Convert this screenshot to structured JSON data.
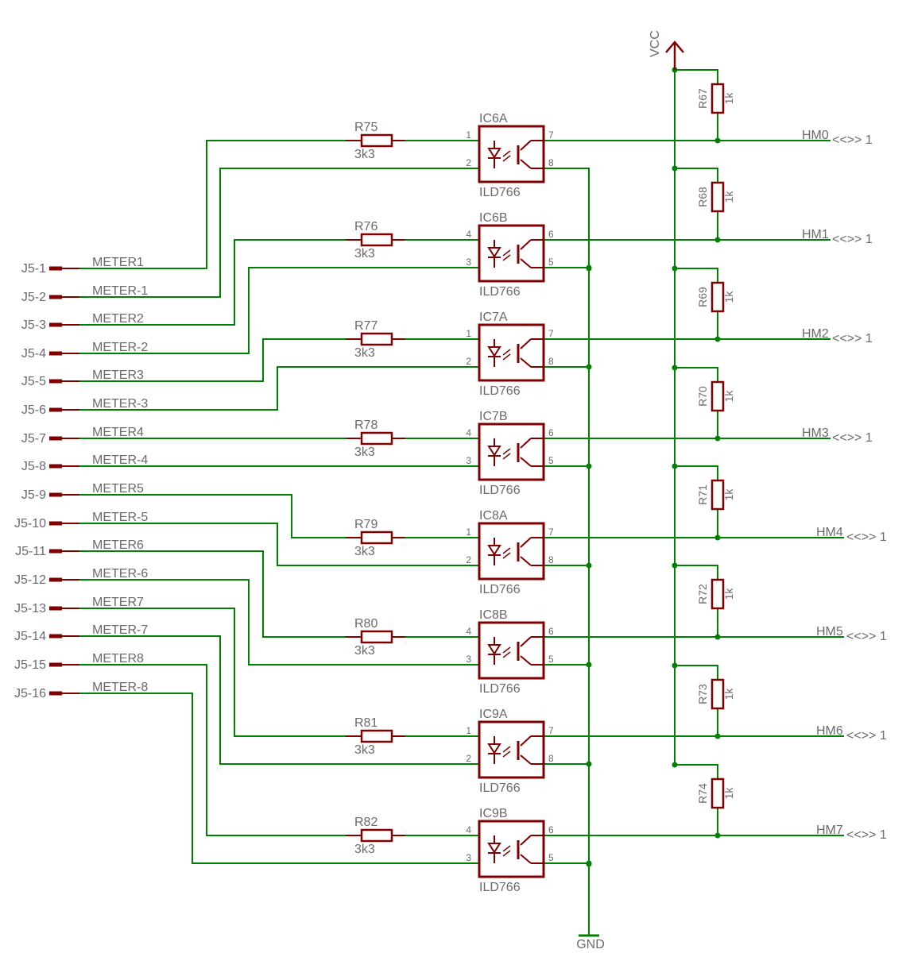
{
  "supply": {
    "vcc": "VCC",
    "gnd": "GND"
  },
  "colors": {
    "wire": "#008000",
    "part": "#800000",
    "text": "#6a6a6a",
    "background": "#ffffff"
  },
  "connector_pins": [
    "J5-1",
    "J5-2",
    "J5-3",
    "J5-4",
    "J5-5",
    "J5-6",
    "J5-7",
    "J5-8",
    "J5-9",
    "J5-10",
    "J5-11",
    "J5-12",
    "J5-13",
    "J5-14",
    "J5-15",
    "J5-16"
  ],
  "net_labels": [
    "METER1",
    "METER-1",
    "METER2",
    "METER-2",
    "METER3",
    "METER-3",
    "METER4",
    "METER-4",
    "METER5",
    "METER-5",
    "METER6",
    "METER-6",
    "METER7",
    "METER-7",
    "METER8",
    "METER-8"
  ],
  "channels": [
    {
      "resistor": "R75",
      "resistor_value": "3k3",
      "ic": "IC6A",
      "part": "ILD766",
      "pins": [
        "1",
        "2",
        "7",
        "8"
      ],
      "output": "HM0",
      "pull_up": "R67",
      "pull_up_value": "1k"
    },
    {
      "resistor": "R76",
      "resistor_value": "3k3",
      "ic": "IC6B",
      "part": "ILD766",
      "pins": [
        "4",
        "3",
        "6",
        "5"
      ],
      "output": "HM1",
      "pull_up": "R68",
      "pull_up_value": "1k"
    },
    {
      "resistor": "R77",
      "resistor_value": "3k3",
      "ic": "IC7A",
      "part": "ILD766",
      "pins": [
        "1",
        "2",
        "7",
        "8"
      ],
      "output": "HM2",
      "pull_up": "R69",
      "pull_up_value": "1k"
    },
    {
      "resistor": "R78",
      "resistor_value": "3k3",
      "ic": "IC7B",
      "part": "ILD766",
      "pins": [
        "4",
        "3",
        "6",
        "5"
      ],
      "output": "HM3",
      "pull_up": "R70",
      "pull_up_value": "1k"
    },
    {
      "resistor": "R79",
      "resistor_value": "3k3",
      "ic": "IC8A",
      "part": "ILD766",
      "pins": [
        "1",
        "2",
        "7",
        "8"
      ],
      "output": "HM4",
      "pull_up": "R71",
      "pull_up_value": "1k"
    },
    {
      "resistor": "R80",
      "resistor_value": "3k3",
      "ic": "IC8B",
      "part": "ILD766",
      "pins": [
        "4",
        "3",
        "6",
        "5"
      ],
      "output": "HM5",
      "pull_up": "R72",
      "pull_up_value": "1k"
    },
    {
      "resistor": "R81",
      "resistor_value": "3k3",
      "ic": "IC9A",
      "part": "ILD766",
      "pins": [
        "1",
        "2",
        "7",
        "8"
      ],
      "output": "HM6",
      "pull_up": "R73",
      "pull_up_value": "1k"
    },
    {
      "resistor": "R82",
      "resistor_value": "3k3",
      "ic": "IC9B",
      "part": "ILD766",
      "pins": [
        "4",
        "3",
        "6",
        "5"
      ],
      "output": "HM7",
      "pull_up": "R74",
      "pull_up_value": "1k"
    }
  ],
  "output_suffix": "<<>> 1"
}
